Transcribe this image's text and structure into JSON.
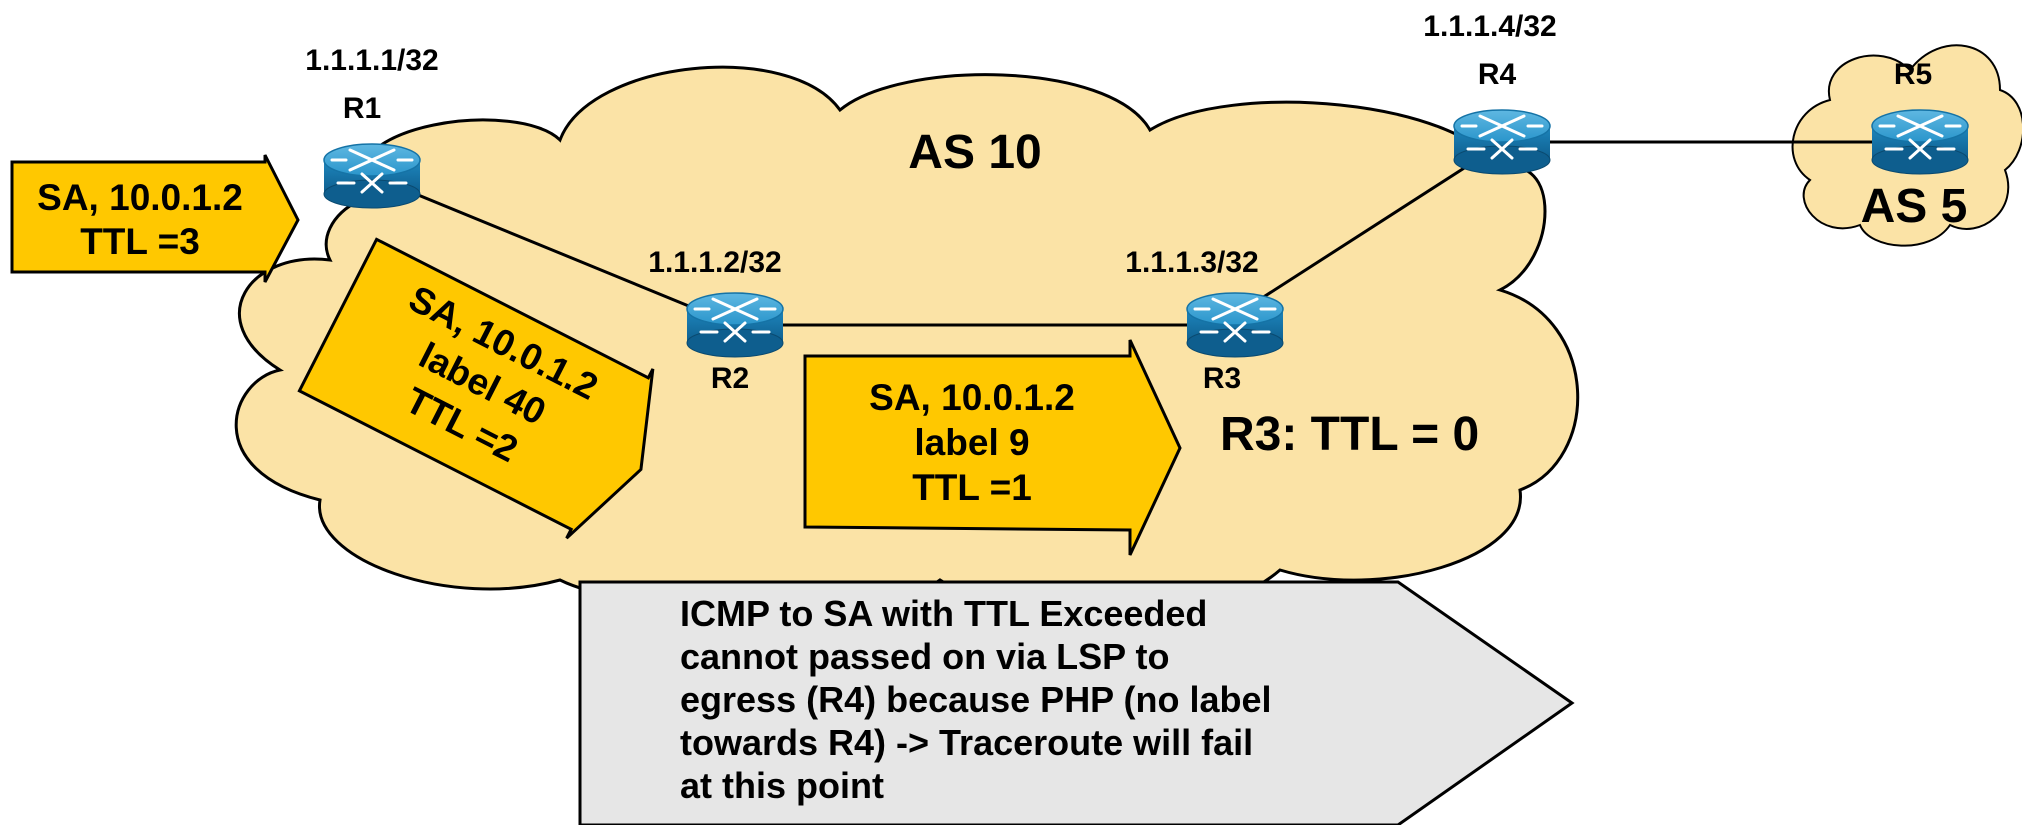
{
  "clouds": {
    "main_label": "AS 10",
    "side_label": "AS 5"
  },
  "routers": [
    {
      "name": "R1",
      "address": "1.1.1.1/32"
    },
    {
      "name": "R2",
      "address": "1.1.1.2/32"
    },
    {
      "name": "R3",
      "address": "1.1.1.3/32"
    },
    {
      "name": "R4",
      "address": "1.1.1.4/32"
    },
    {
      "name": "R5",
      "address": ""
    }
  ],
  "packets": [
    {
      "lines": [
        "SA, 10.0.1.2",
        "TTL =3"
      ]
    },
    {
      "lines": [
        "SA, 10.0.1.2",
        "label 40",
        "TTL =2"
      ]
    },
    {
      "lines": [
        "SA, 10.0.1.2",
        "label 9",
        "TTL =1"
      ]
    }
  ],
  "status": "R3: TTL = 0",
  "note": {
    "lines": [
      "ICMP to SA with TTL Exceeded",
      "cannot passed on via LSP to",
      "egress (R4) because PHP (no label",
      "towards R4) -> Traceroute will fail",
      "at this point"
    ]
  },
  "colors": {
    "cloud_fill": "#FBE3A6",
    "packet_fill": "#FFC800",
    "router_blue": "#1F8AC0",
    "note_fill": "#E6E6E6"
  }
}
